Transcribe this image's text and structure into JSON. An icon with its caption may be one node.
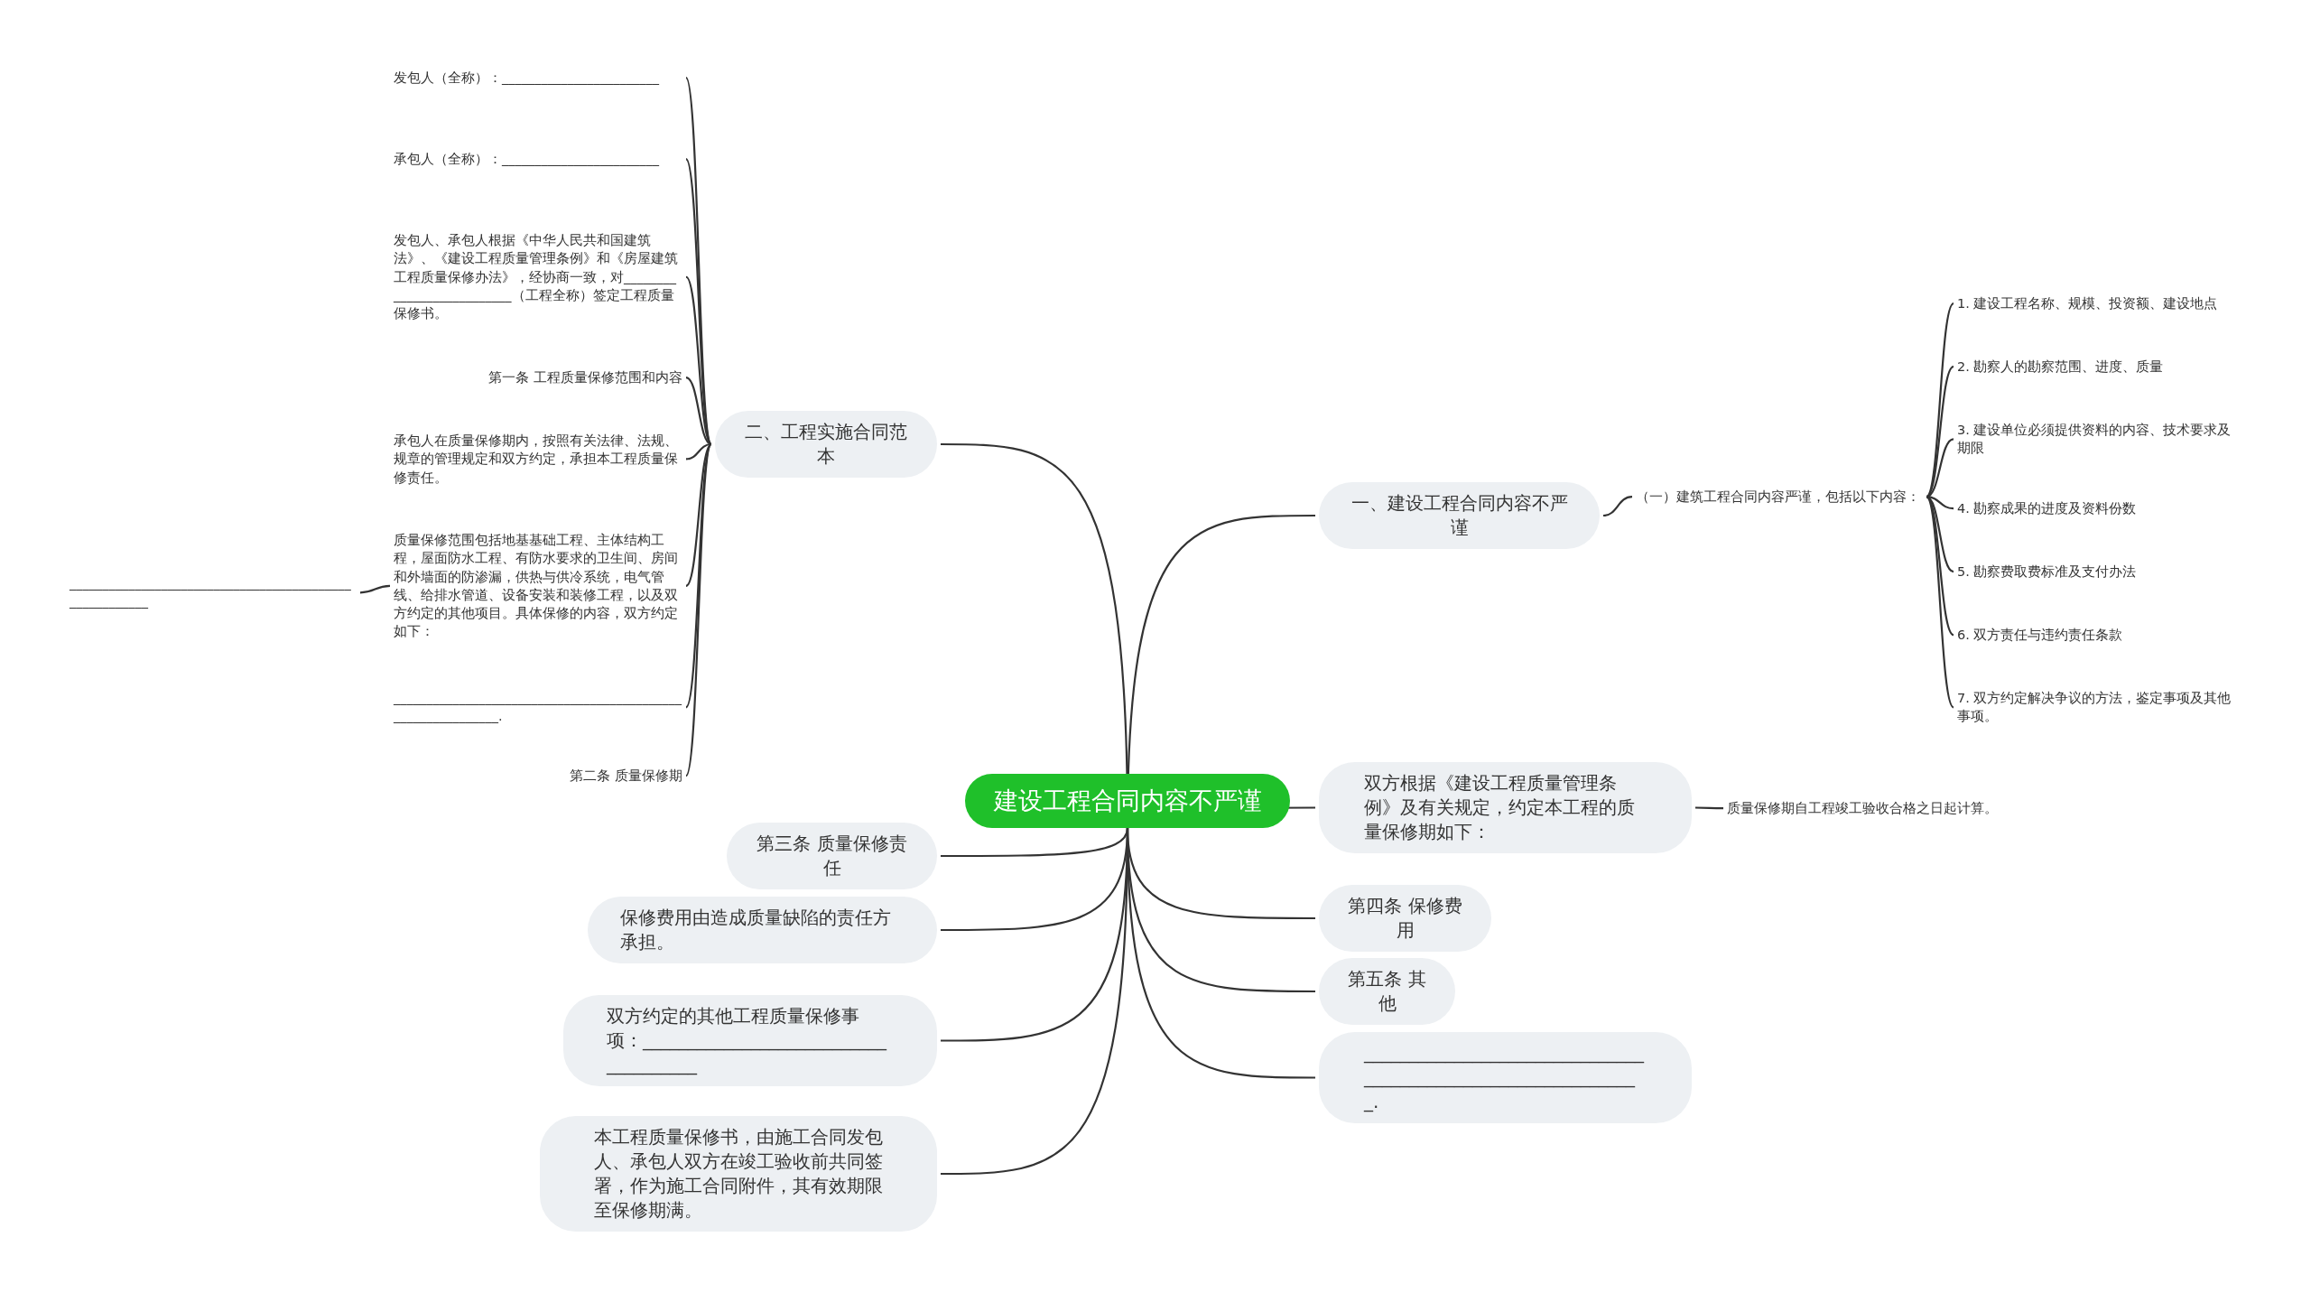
{
  "diagram": {
    "nodes": [
      {
        "text": [
          "建设工程合同内容不严谨"
        ]
      },
      {
        "text": [
          "一、建设工程合同内容不严谨"
        ]
      },
      {
        "text": [
          "（一）建筑工程合同内容严谨，包括以下内容："
        ]
      },
      {
        "text": [
          "1. 建设工程名称、规模、投资额、建设地点"
        ]
      },
      {
        "text": [
          "2. 勘察人的勘察范围、进度、质量"
        ]
      },
      {
        "text": [
          "3. 建设单位必须提供资料的内容、技术要求及期限"
        ]
      },
      {
        "text": [
          "4. 勘察成果的进度及资料份数"
        ]
      },
      {
        "text": [
          "5. 勘察费取费标准及支付办法"
        ]
      },
      {
        "text": [
          "6. 双方责任与违约责任条款"
        ]
      },
      {
        "text": [
          "7. 双方约定解决争议的方法，鉴定事项及其他事项。"
        ]
      },
      {
        "text": [
          "二、工程实施合同范本"
        ]
      },
      {
        "text": [
          "发包人（全称）：________________________"
        ]
      },
      {
        "text": [
          "承包人（全称）：________________________"
        ]
      },
      {
        "text": [
          "发包人、承包人根据《中华人民共和国建筑法》、《建设工程质量管理条例》和《房屋建筑工程质量保修办法》，经协商一致，对__________________________（工程全称）签定工程质量保修书。"
        ]
      },
      {
        "text": [
          "第一条 工程质量保修范围和内容"
        ]
      },
      {
        "text": [
          "承包人在质量保修期内，按照有关法律、法规、规章的管理规定和双方约定，承担本工程质量保修责任。"
        ]
      },
      {
        "text": [
          "质量保修范围包括地基基础工程、主体结构工程，屋面防水工程、有防水要求的卫生间、房间和外墙面的防渗漏，供热与供冷系统，电气管线、给排水管道、设备安装和装修工程，以及双方约定的其他项目。具体保修的内容，双方约定如下："
        ]
      },
      {
        "text": [
          "____________________________________________________________."
        ]
      },
      {
        "text": [
          "第二条 质量保修期"
        ]
      },
      {
        "text": [
          "_______________________________________________________"
        ]
      },
      {
        "text": [
          "第三条 质量保修责任"
        ]
      },
      {
        "text": [
          "双方根据《建设工程质量管理条例》及有关规定，约定本工程的质量保修期如下："
        ]
      },
      {
        "text": [
          "质量保修期自工程竣工验收合格之日起计算。"
        ]
      },
      {
        "text": [
          "保修费用由造成质量缺陷的责任方承担。"
        ]
      },
      {
        "text": [
          "第四条 保修费用"
        ]
      },
      {
        "text": [
          "双方约定的其他工程质量保修事项：_____________________________________"
        ]
      },
      {
        "text": [
          "第五条 其他"
        ]
      },
      {
        "text": [
          "本工程质量保修书，由施工合同发包人、承包人双方在竣工验收前共同签署，作为施工合同附件，其有效期限至保修期满。"
        ]
      },
      {
        "text": [
          "______________________________________________________________."
        ]
      }
    ],
    "edges": [
      {
        "from": 0,
        "to": 1,
        "arrow": "none"
      },
      {
        "from": 1,
        "to": 2,
        "arrow": "none"
      },
      {
        "from": 2,
        "to": 3,
        "arrow": "none"
      },
      {
        "from": 2,
        "to": 4,
        "arrow": "none"
      },
      {
        "from": 2,
        "to": 5,
        "arrow": "none"
      },
      {
        "from": 2,
        "to": 6,
        "arrow": "none"
      },
      {
        "from": 2,
        "to": 7,
        "arrow": "none"
      },
      {
        "from": 2,
        "to": 8,
        "arrow": "none"
      },
      {
        "from": 2,
        "to": 9,
        "arrow": "none"
      },
      {
        "from": 0,
        "to": 10,
        "arrow": "none"
      },
      {
        "from": 10,
        "to": 11,
        "arrow": "none"
      },
      {
        "from": 10,
        "to": 12,
        "arrow": "none"
      },
      {
        "from": 10,
        "to": 13,
        "arrow": "none"
      },
      {
        "from": 10,
        "to": 14,
        "arrow": "none"
      },
      {
        "from": 10,
        "to": 15,
        "arrow": "none"
      },
      {
        "from": 10,
        "to": 16,
        "arrow": "none"
      },
      {
        "from": 10,
        "to": 17,
        "arrow": "none"
      },
      {
        "from": 10,
        "to": 18,
        "arrow": "none"
      },
      {
        "from": 16,
        "to": 19,
        "arrow": "none"
      },
      {
        "from": 0,
        "to": 20,
        "arrow": "none"
      },
      {
        "from": 0,
        "to": 21,
        "arrow": "none"
      },
      {
        "from": 21,
        "to": 22,
        "arrow": "none"
      },
      {
        "from": 0,
        "to": 23,
        "arrow": "none"
      },
      {
        "from": 0,
        "to": 24,
        "arrow": "none"
      },
      {
        "from": 0,
        "to": 25,
        "arrow": "none"
      },
      {
        "from": 0,
        "to": 26,
        "arrow": "none"
      },
      {
        "from": 0,
        "to": 27,
        "arrow": "none"
      },
      {
        "from": 0,
        "to": 28,
        "arrow": "none"
      }
    ]
  }
}
